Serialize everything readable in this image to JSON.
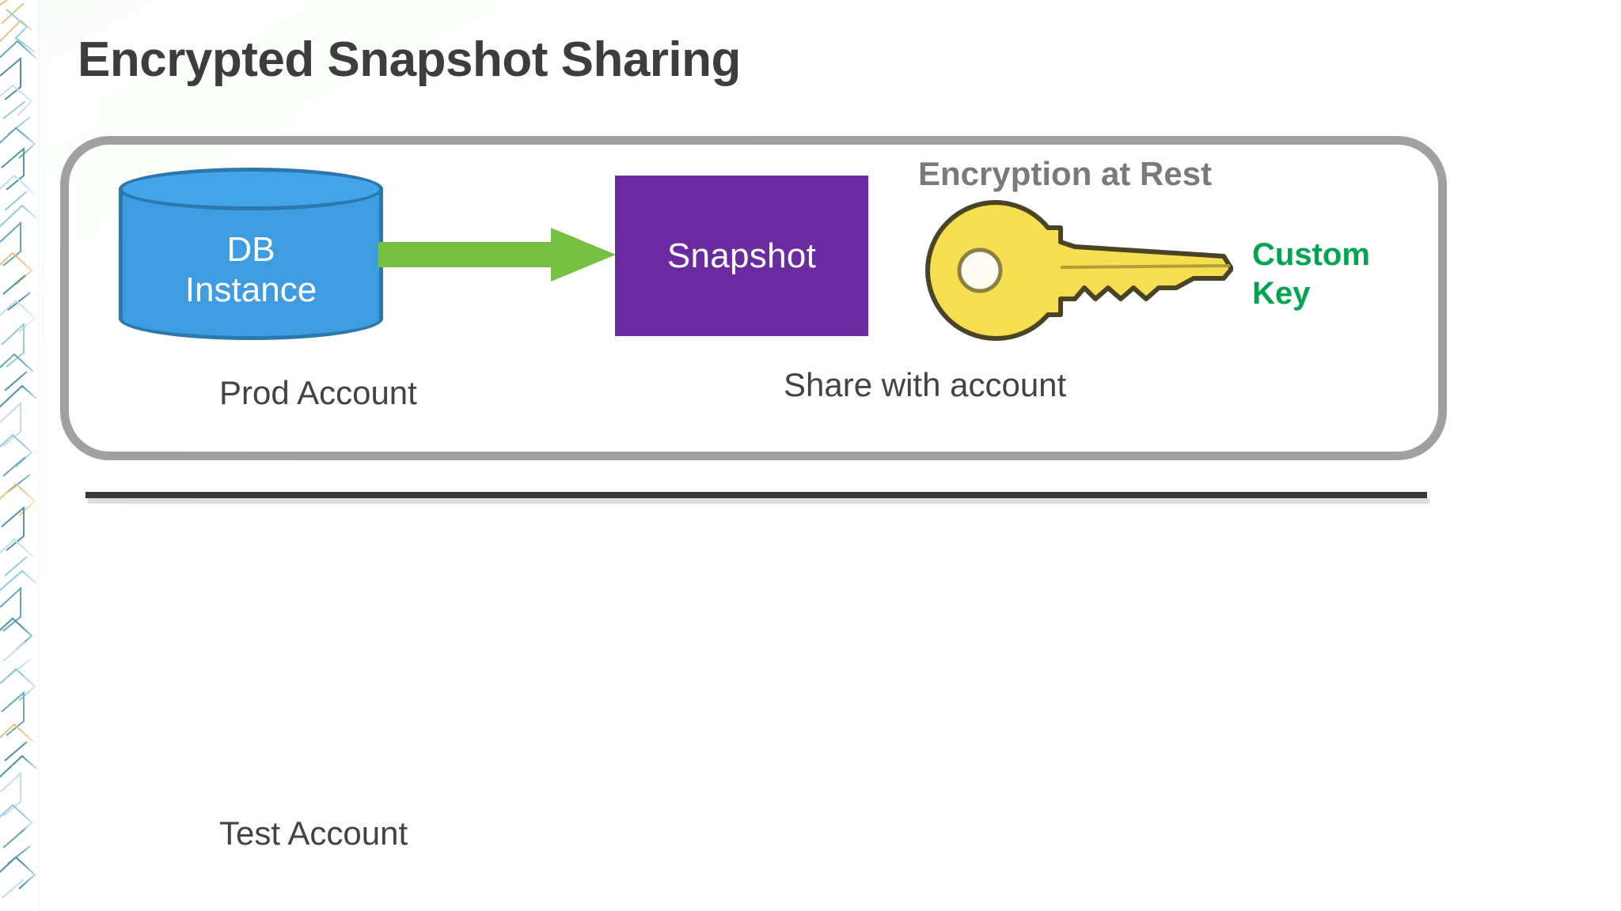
{
  "slide": {
    "title": "Encrypted Snapshot Sharing",
    "background_color": "#ffffff"
  },
  "decoration": {
    "left_strip_name": "circuit-pattern-strip",
    "line_colors": [
      "#4a9ab0",
      "#7fc4d6",
      "#e8b96a",
      "#b8d9e8",
      "#2f7f96"
    ]
  },
  "prod_section": {
    "container_border_color": "#a0a0a0",
    "database": {
      "label_line1": "DB",
      "label_line2": "Instance",
      "fill_color": "#3d9de0",
      "stroke_color": "#2c78ad"
    },
    "arrow": {
      "color": "#76c043",
      "direction": "right"
    },
    "snapshot": {
      "label": "Snapshot",
      "fill_color": "#6B2BA0",
      "text_color": "#ffffff"
    },
    "encryption_heading": "Encryption at Rest",
    "encryption_heading_color": "#7a7a7a",
    "key": {
      "icon_name": "key-icon",
      "fill_color": "#F5DE50",
      "outline_color": "#4a4326"
    },
    "custom_key_label_line1": "Custom",
    "custom_key_label_line2": "Key",
    "custom_key_color": "#00A550",
    "account_label": "Prod Account",
    "share_label": "Share with account"
  },
  "divider": {
    "color": "#3a3a3c",
    "shadow_color": "#dcdcdc"
  },
  "test_section": {
    "account_label": "Test Account"
  }
}
